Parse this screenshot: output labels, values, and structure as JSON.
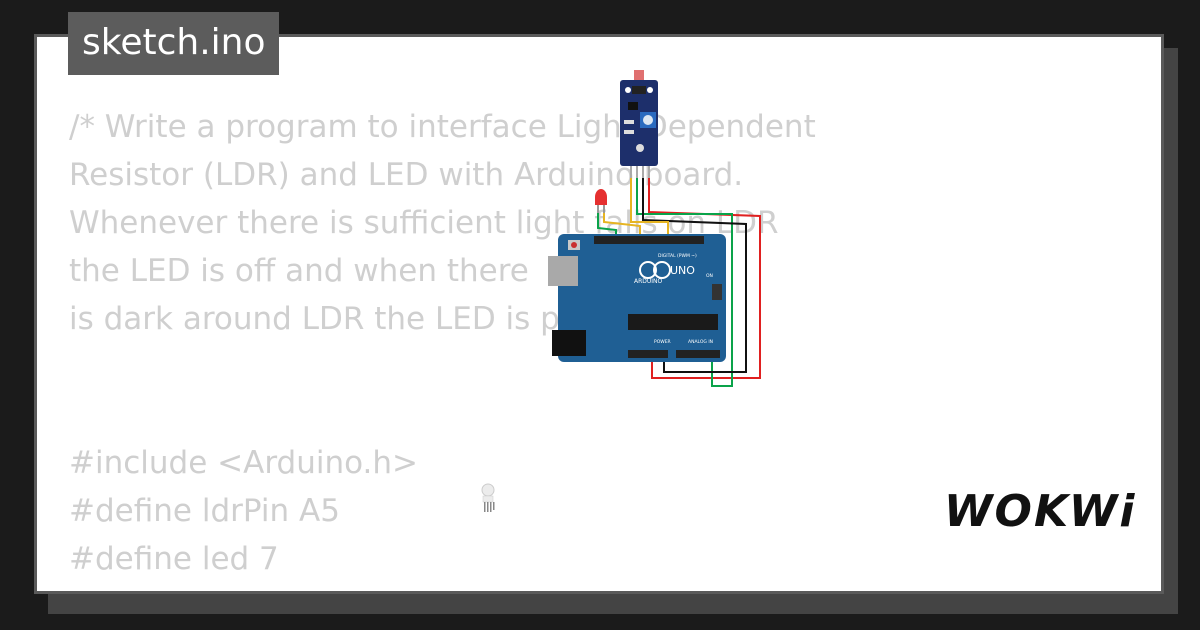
{
  "tab": {
    "filename": "sketch.ino"
  },
  "code": {
    "lines": [
      "/* Write a program to interface Light Dependent",
      "Resistor (LDR) and LED with Arduino board.",
      "Whenever there is sufficient light falls on LDR",
      "the LED is off and when there",
      "is dark around LDR the LED is put on */",
      "",
      "",
      "#include <Arduino.h>",
      "#define ldrPin A5",
      "#define led 7"
    ]
  },
  "board": {
    "brand": "ARDUINO",
    "model": "UNO",
    "digital_label": "DIGITAL (PWM ~)",
    "power_label": "POWER",
    "analog_label": "ANALOG IN",
    "on_label": "ON"
  },
  "brand": {
    "logo": "WOKWi"
  },
  "colors": {
    "board": "#1f5f94",
    "wire_red": "#e02020",
    "wire_green": "#0aa34a",
    "wire_black": "#111111",
    "wire_yellow": "#e6b422",
    "led_red": "#e53030"
  }
}
